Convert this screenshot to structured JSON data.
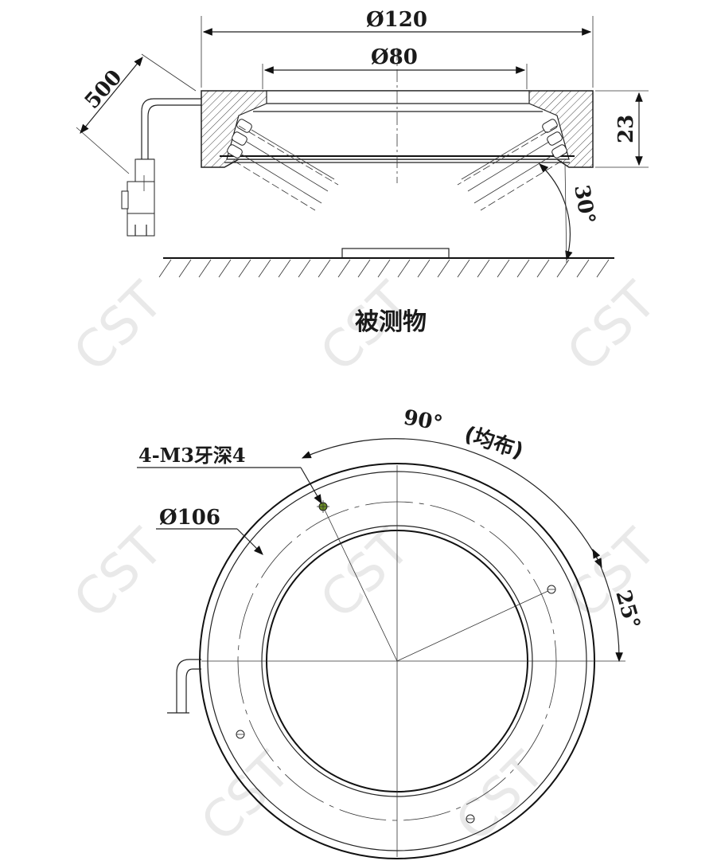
{
  "side_view": {
    "dim_outer": "Ø120",
    "dim_inner": "Ø80",
    "dim_cable": "500",
    "dim_height": "23",
    "dim_angle": "30°",
    "object_label": "被测物"
  },
  "top_view": {
    "thread_label": "4-M3牙深4",
    "dim_bolt_circle": "Ø106",
    "dim_spacing": "90°",
    "spacing_note": "(均布)",
    "dim_offset_angle": "25°"
  },
  "watermark": "CST",
  "colors": {
    "line": "#222222",
    "hatch": "#444444",
    "hole_mark": "#6b8e23",
    "watermark": "#e9e9e9"
  }
}
